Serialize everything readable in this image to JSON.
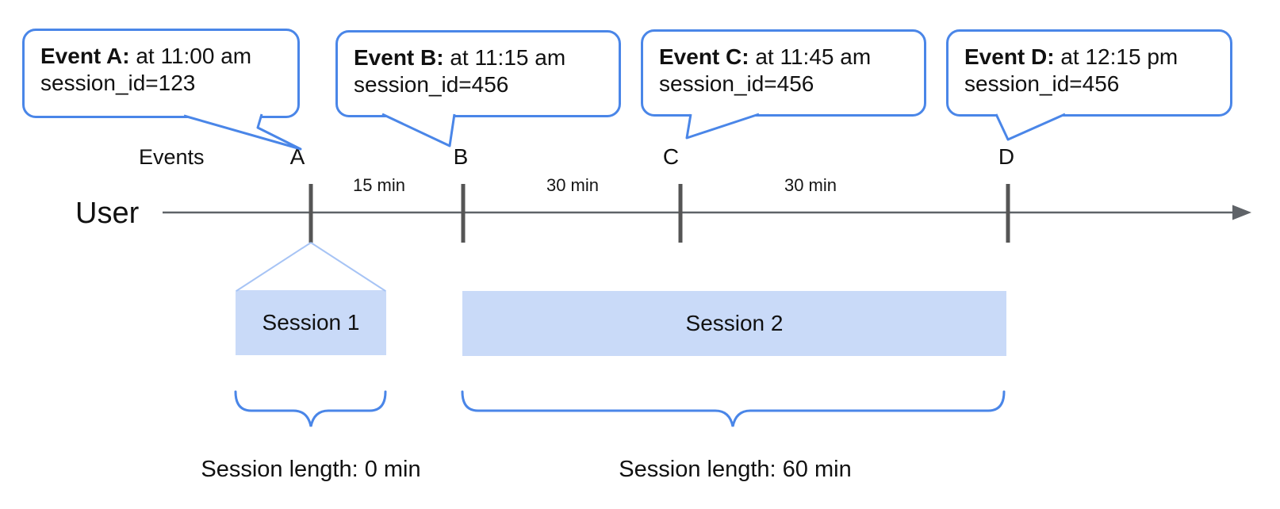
{
  "diagram_title": "user-session-timeline",
  "colors": {
    "accent_blue": "#4a86e8",
    "session_fill": "#c9daf8",
    "funnel_blue": "#a7c4f5",
    "axis_gray": "#5f6368",
    "text": "#111111"
  },
  "axis": {
    "events_label": "Events",
    "user_label": "User"
  },
  "events": [
    {
      "label": "A",
      "callout_bold": "Event A:",
      "callout_time": " at 11:00 am",
      "callout_session": "session_id=123"
    },
    {
      "label": "B",
      "callout_bold": "Event B:",
      "callout_time": " at 11:15 am",
      "callout_session": "session_id=456"
    },
    {
      "label": "C",
      "callout_bold": "Event C:",
      "callout_time": " at 11:45 am",
      "callout_session": "session_id=456"
    },
    {
      "label": "D",
      "callout_bold": "Event D:",
      "callout_time": " at 12:15 pm",
      "callout_session": "session_id=456"
    }
  ],
  "intervals": [
    "15 min",
    "30 min",
    "30 min"
  ],
  "sessions": [
    {
      "label": "Session 1",
      "length_label": "Session length: 0 min"
    },
    {
      "label": "Session 2",
      "length_label": "Session length: 60 min"
    }
  ]
}
